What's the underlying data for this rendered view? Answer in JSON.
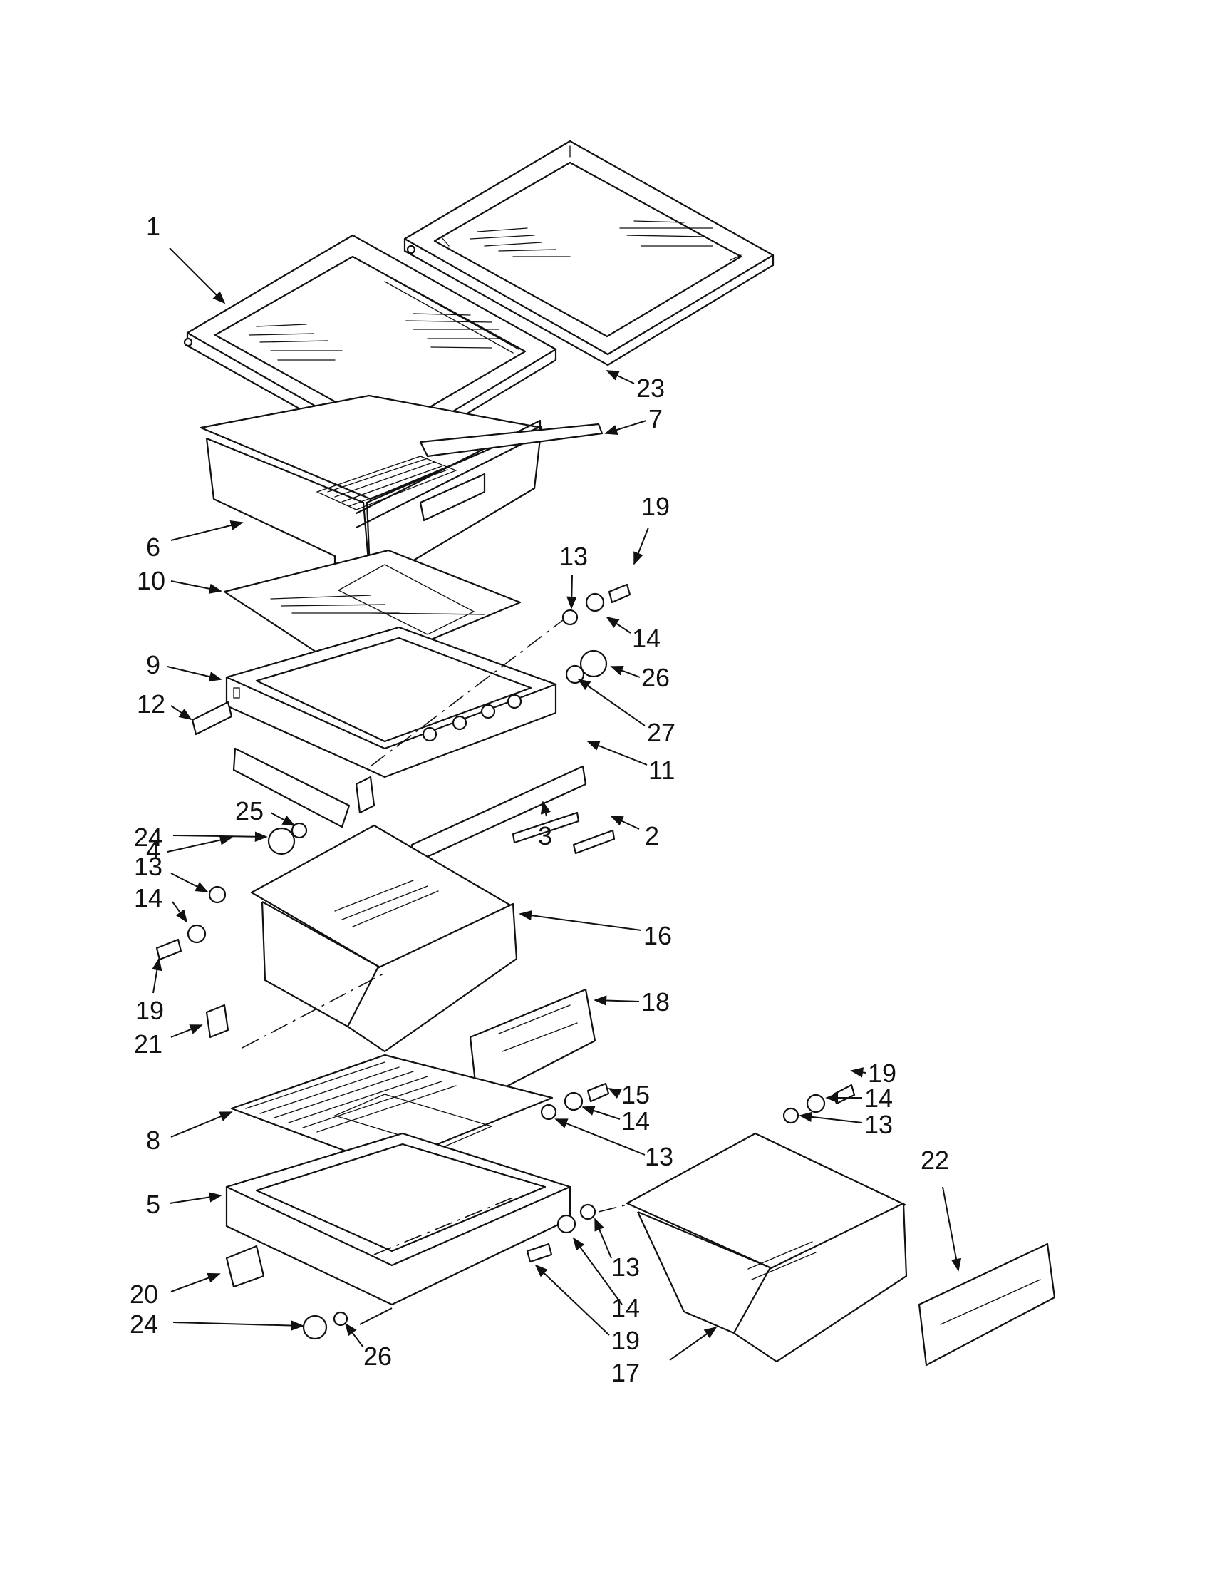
{
  "diagram": {
    "callouts": [
      {
        "key": "c1",
        "label": "1"
      },
      {
        "key": "c23",
        "label": "23"
      },
      {
        "key": "c7",
        "label": "7"
      },
      {
        "key": "c6",
        "label": "6"
      },
      {
        "key": "c10",
        "label": "10"
      },
      {
        "key": "c13a",
        "label": "13"
      },
      {
        "key": "c19a",
        "label": "19"
      },
      {
        "key": "c14a",
        "label": "14"
      },
      {
        "key": "c9",
        "label": "9"
      },
      {
        "key": "c26a",
        "label": "26"
      },
      {
        "key": "c27",
        "label": "27"
      },
      {
        "key": "c12",
        "label": "12"
      },
      {
        "key": "c11",
        "label": "11"
      },
      {
        "key": "c4",
        "label": "4"
      },
      {
        "key": "c25",
        "label": "25"
      },
      {
        "key": "c3",
        "label": "3"
      },
      {
        "key": "c2",
        "label": "2"
      },
      {
        "key": "c24a",
        "label": "24"
      },
      {
        "key": "c13b",
        "label": "13"
      },
      {
        "key": "c14b",
        "label": "14"
      },
      {
        "key": "c16",
        "label": "16"
      },
      {
        "key": "c19b",
        "label": "19"
      },
      {
        "key": "c18",
        "label": "18"
      },
      {
        "key": "c21",
        "label": "21"
      },
      {
        "key": "c19c",
        "label": "19"
      },
      {
        "key": "c15",
        "label": "15"
      },
      {
        "key": "c14c",
        "label": "14"
      },
      {
        "key": "c14d",
        "label": "14"
      },
      {
        "key": "c13c",
        "label": "13"
      },
      {
        "key": "c8",
        "label": "8"
      },
      {
        "key": "c13d",
        "label": "13"
      },
      {
        "key": "c22",
        "label": "22"
      },
      {
        "key": "c5",
        "label": "5"
      },
      {
        "key": "c13e",
        "label": "13"
      },
      {
        "key": "c20",
        "label": "20"
      },
      {
        "key": "c14e",
        "label": "14"
      },
      {
        "key": "c24b",
        "label": "24"
      },
      {
        "key": "c26b",
        "label": "26"
      },
      {
        "key": "c19d",
        "label": "19"
      },
      {
        "key": "c17",
        "label": "17"
      }
    ]
  }
}
